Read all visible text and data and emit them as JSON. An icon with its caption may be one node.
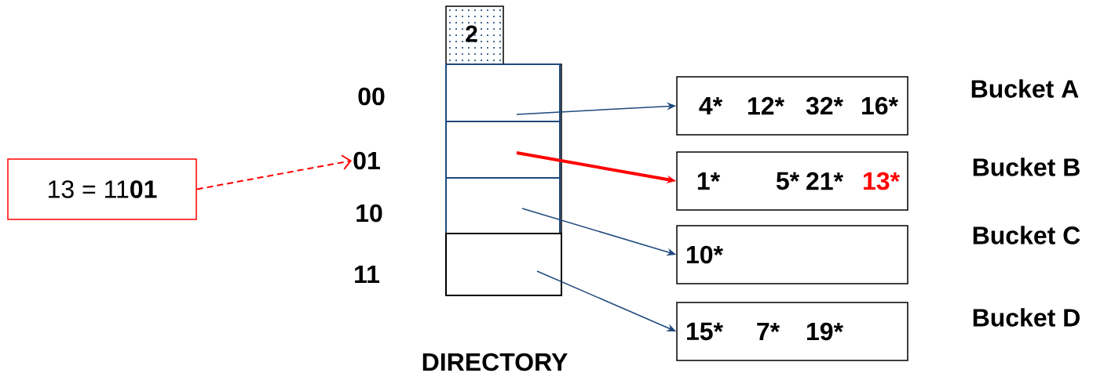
{
  "diagram": {
    "nodes": [
      {
        "text": [
          "13 = 11**01**"
        ]
      },
      {
        "text": [
          "01"
        ]
      },
      {
        "text": [
          "2"
        ]
      },
      {
        "text": [],
        "shape": "box",
        "beside": [
          "DIRECTORY"
        ]
      },
      {
        "text": [],
        "shape": "box",
        "in": 3
      },
      {
        "text": [],
        "shape": "box",
        "in": 3
      },
      {
        "text": [],
        "shape": "box",
        "in": 3
      },
      {
        "text": [],
        "shape": "box",
        "in": 3
      },
      {
        "text": [
          "4*",
          "12*",
          "32*",
          "16*"
        ],
        "beside": [
          "Bucket A"
        ]
      },
      {
        "text": [
          "1*",
          "5*",
          "21*",
          "13*"
        ],
        "beside": [
          "Bucket B"
        ]
      },
      {
        "text": [
          "10*"
        ],
        "beside": [
          "Bucket C"
        ]
      },
      {
        "text": [
          "15*",
          "7*",
          "19*"
        ],
        "beside": [
          "Bucket D"
        ]
      }
    ],
    "edges": [
      {
        "from": 0,
        "to": 1,
        "arrow": "to",
        "style": "dashed",
        "color": "#ff0000"
      },
      {
        "from": 4,
        "to": 8,
        "arrow": "to"
      },
      {
        "from": 5,
        "to": 9,
        "arrow": "to",
        "style": "thick",
        "color": "#ff0000"
      },
      {
        "from": 6,
        "to": 10,
        "arrow": "to"
      },
      {
        "from": 7,
        "to": 11,
        "arrow": "to"
      }
    ],
    "labels": [
      "00",
      "10",
      "11"
    ]
  }
}
